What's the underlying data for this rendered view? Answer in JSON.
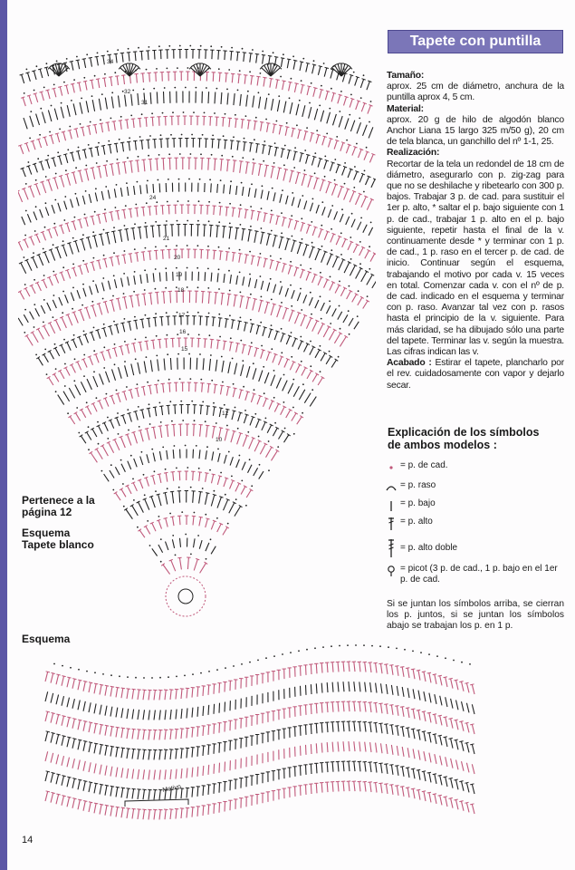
{
  "title": "Tapete con puntilla",
  "sections": [
    {
      "heading": "Tamaño:",
      "text": "aprox. 25 cm de diámetro, anchura de la puntilla aprox 4, 5 cm."
    },
    {
      "heading": "Material:",
      "text": "aprox. 20 g de hilo de algodón blanco Anchor Liana 15 largo 325 m/50 g), 20 cm de tela blanca, un ganchillo del nº 1-1, 25."
    },
    {
      "heading": "Realización:",
      "text": "Recortar de la tela un redondel de 18 cm de diámetro, asegurarlo con p. zig-zag para que no se deshilache y ribetearlo con 300 p. bajos. Trabajar 3 p. de cad. para sustituir el 1er p. alto, * saltar el p. bajo siguiente con 1 p. de cad., trabajar 1 p. alto en el p. bajo siguiente, repetir hasta el final de la v. continuamente desde * y terminar con 1 p. de cad., 1 p. raso en el tercer p. de cad. de inicio. Continuar según el esquema, trabajando el motivo por cada v. 15 veces en total. Comenzar cada v. con el nº de p. de cad. indicado en el esquema y terminar con p. raso. Avanzar tal vez con p. rasos hasta el principio de la v. siguiente. Para más claridad, se ha dibujado sólo una parte del tapete. Terminar las v. según la muestra. Las cifras indican las v."
    },
    {
      "heading": "Acabado :",
      "text": "Estirar el tapete, plancharlo por el rev. cuidadosamente con vapor y dejarlo secar."
    }
  ],
  "symbols_title_1": "Explicación de los símbolos",
  "symbols_title_2": "de ambos modelos :",
  "symbols": [
    {
      "icon": "chain-dot-icon",
      "text": "= p. de cad."
    },
    {
      "icon": "slip-arc-icon",
      "text": "= p. raso"
    },
    {
      "icon": "single-bar-icon",
      "text": "= p. bajo"
    },
    {
      "icon": "double-crochet-icon",
      "text": "= p. alto"
    },
    {
      "icon": "treble-crochet-icon",
      "text": "= p. alto doble"
    },
    {
      "icon": "picot-icon",
      "text": "= picot (3 p. de cad., 1 p. bajo en el 1er p. de cad."
    }
  ],
  "note": "Si se juntan los símbolos arriba, se cierran los p. juntos, si se juntan los símbolos abajo se trabajan los p. en 1 p.",
  "caption_1": "Pertenece a la",
  "caption_2": "página 12",
  "caption_3": "Esquema",
  "caption_4": "Tapete blanco",
  "caption_5": "Esquema",
  "motif_label": "Motivo",
  "row_labels": [
    "34",
    "32",
    "31",
    "24",
    "21",
    "20",
    "19",
    "18",
    "17",
    "16",
    "15",
    "12",
    "10"
  ],
  "page_number": "14",
  "colors": {
    "accent": "#7b76b8",
    "diagram_dark": "#222222",
    "diagram_pink": "#c0587a"
  }
}
